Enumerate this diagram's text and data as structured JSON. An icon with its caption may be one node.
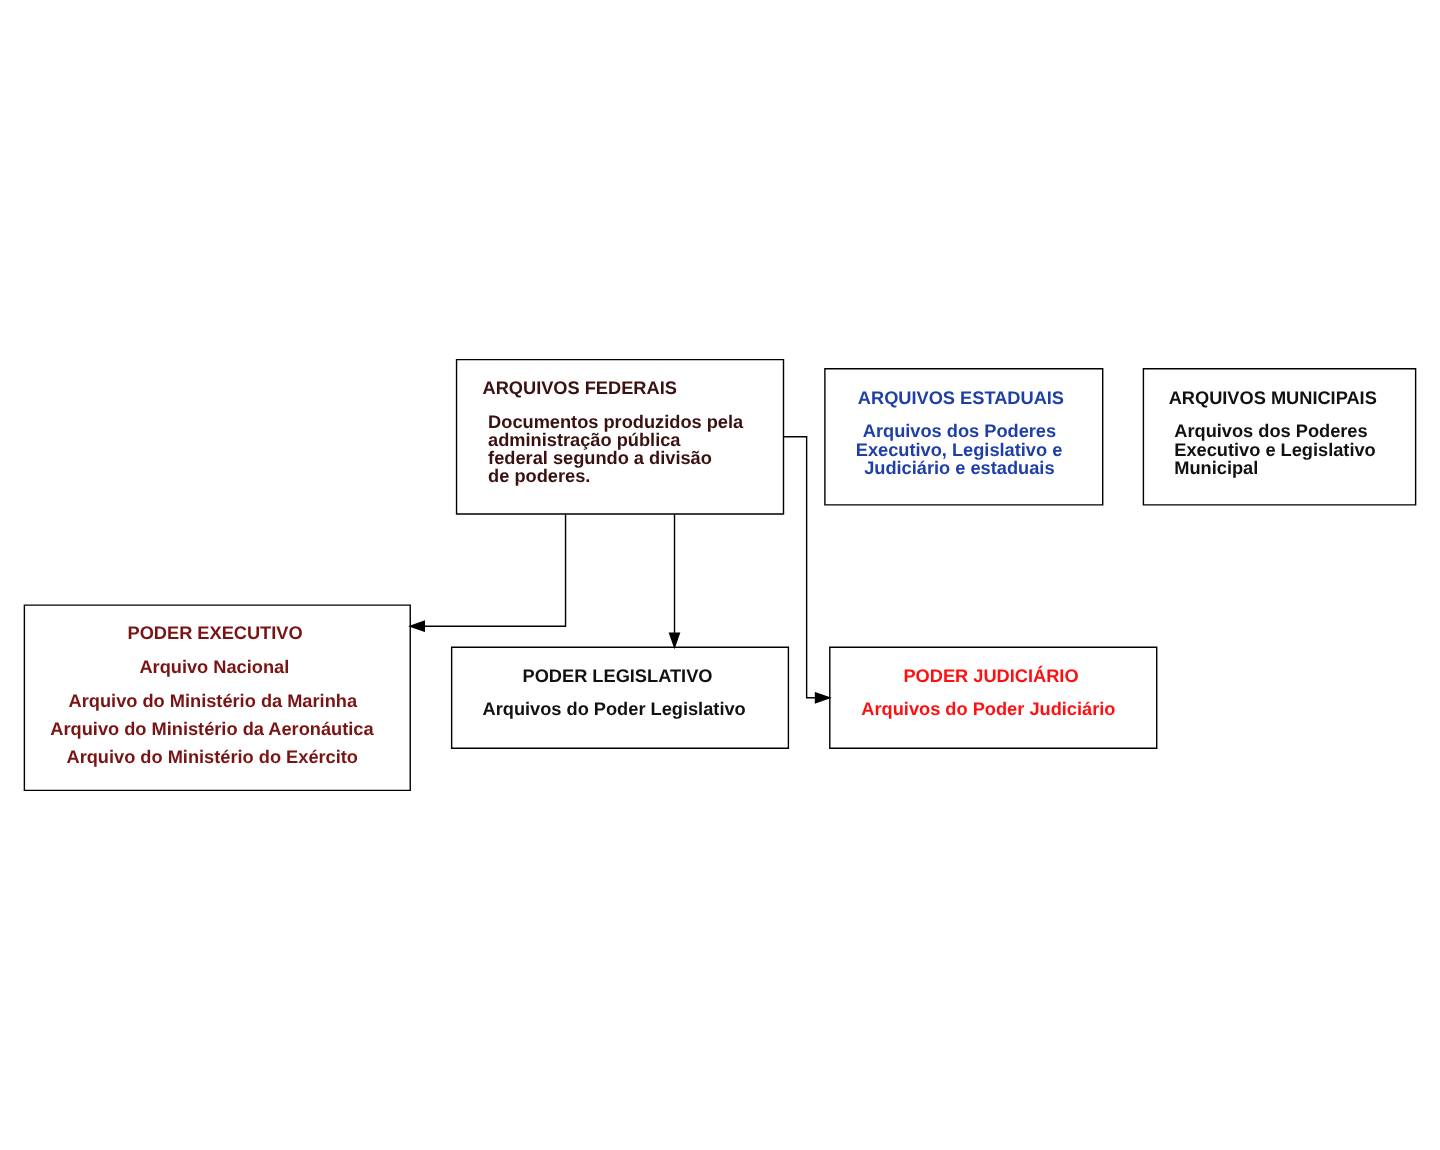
{
  "diagram": {
    "nodes": [
      {
        "text": [
          "ARQUIVOS FEDERAIS",
          "Documentos produzidos pela administração pública federal segundo a divisão de poderes."
        ]
      },
      {
        "text": [
          "ARQUIVOS ESTADUAIS",
          "Arquivos dos Poderes Executivo, Legislativo e Judiciário e estaduais"
        ]
      },
      {
        "text": [
          "ARQUIVOS MUNICIPAIS",
          "Arquivos dos Poderes Executivo e Legislativo Municipal"
        ]
      },
      {
        "text": [
          "PODER EXECUTIVO",
          "Arquivo Nacional",
          "Arquivo do Ministério da Marinha",
          "Arquivo do Ministério da Aeronáutica",
          "Arquivo do Ministério do Exército"
        ]
      },
      {
        "text": [
          "PODER LEGISLATIVO",
          "Arquivos do Poder Legislativo"
        ]
      },
      {
        "text": [
          "PODER JUDICIÁRIO",
          "Arquivos do Poder Judiciário"
        ]
      }
    ],
    "edges": [
      {
        "from": 0,
        "to": 3,
        "arrow": "to"
      },
      {
        "from": 0,
        "to": 4,
        "arrow": "to"
      },
      {
        "from": 0,
        "to": 5,
        "arrow": "to"
      }
    ]
  }
}
